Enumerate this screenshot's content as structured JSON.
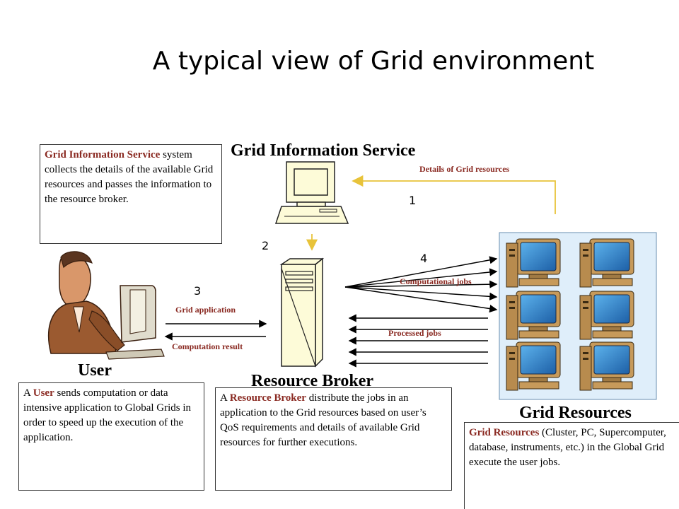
{
  "title": "A typical view of Grid environment",
  "headings": {
    "gis": "Grid Information Service",
    "user": "User",
    "broker": "Resource Broker",
    "resources": "Grid Resources"
  },
  "steps": [
    "1",
    "2",
    "3",
    "4"
  ],
  "arrow_labels": {
    "details": "Details of Grid resources",
    "grid_application": "Grid application",
    "computation_result": "Computation result",
    "computational_jobs": "Computational jobs",
    "processed_jobs": "Processed jobs"
  },
  "boxes": {
    "gis": {
      "term": "Grid Information Service",
      "rest": "system collects the details of the available Grid resources and passes the information to the resource broker."
    },
    "user": {
      "pre": "A",
      "term": "User",
      "rest": "sends computation or data intensive application to Global Grids in order to speed up the execution of the application."
    },
    "broker": {
      "pre": "A",
      "term": "Resource Broker",
      "rest": "distribute the jobs in an application to the Grid resources based on user’s QoS requirements and details of available Grid resources for further executions."
    },
    "resources": {
      "term": "Grid Resources",
      "rest": "(Cluster, PC, Supercomputer, database, instruments, etc.) in the Global Grid execute the user jobs."
    }
  },
  "colors": {
    "label_text": "#8a2a22",
    "connector": "#e8c33a",
    "monitor_screen": "#2a7fc8",
    "resources_bg": "#dfeefa"
  }
}
